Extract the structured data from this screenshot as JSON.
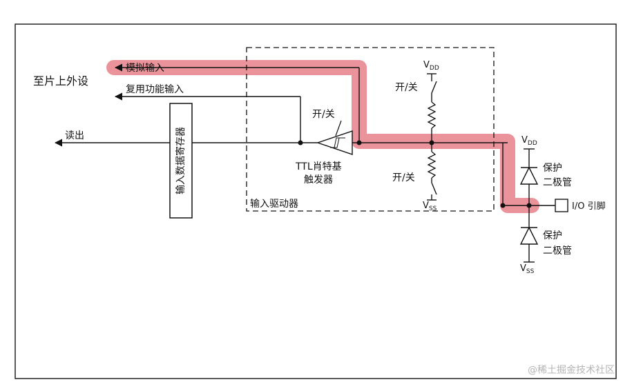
{
  "labels": {
    "peripheral": "至片上外设",
    "analog_input": "模拟输入",
    "alt_func_input": "复用功能输入",
    "read_out": "读出",
    "input_data_register": "输入数据寄存器",
    "input_driver": "输入驱动器",
    "ttl_schmitt_line1": "TTL肖特基",
    "ttl_schmitt_line2": "触发器",
    "switch_ttl": "开/关",
    "switch_top": "开/关",
    "switch_bottom": "开/关",
    "vdd_main": "V",
    "vdd_main_sub": "DD",
    "vss_main": "V",
    "vss_main_sub": "SS",
    "vdd_prot": "V",
    "vdd_prot_sub": "DD",
    "vss_prot": "V",
    "vss_prot_sub": "SS",
    "protect_diode_top_1": "保护",
    "protect_diode_top_2": "二极管",
    "protect_diode_bot_1": "保护",
    "protect_diode_bot_2": "二极管",
    "io_pin": "I/O 引脚"
  },
  "watermark": "@稀土掘金技术社区",
  "colors": {
    "highlight": "#e8808a",
    "line": "#111111"
  }
}
